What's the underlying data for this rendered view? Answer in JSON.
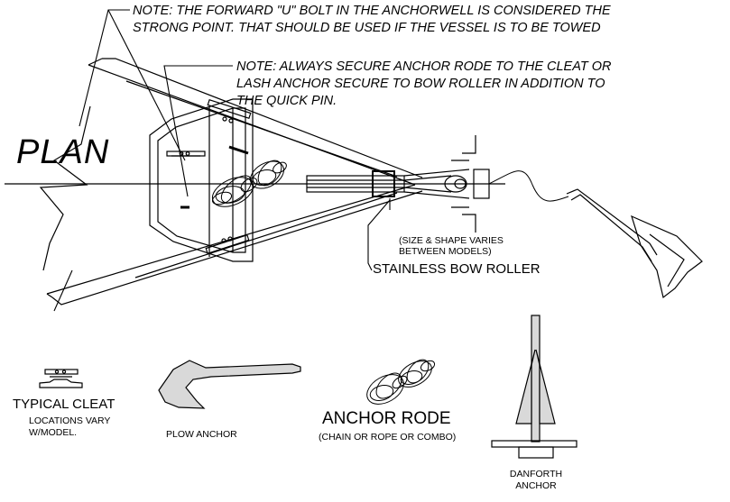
{
  "notes": {
    "tow_line1": "NOTE: THE FORWARD \"U\" BOLT IN THE ANCHORWELL IS CONSIDERED THE",
    "tow_line2": "STRONG POINT. THAT SHOULD BE USED IF THE VESSEL IS TO BE TOWED",
    "secure_line1": "NOTE: ALWAYS SECURE ANCHOR RODE TO THE CLEAT OR",
    "secure_line2": "LASH ANCHOR SECURE TO BOW ROLLER IN ADDITION TO",
    "secure_line3": "THE QUICK PIN."
  },
  "view_title": "PLAN",
  "bow_roller": {
    "note_line1": "(SIZE & SHAPE VARIES",
    "note_line2": "BETWEEN MODELS)",
    "label": "STAINLESS BOW ROLLER"
  },
  "legend": {
    "cleat_title": "TYPICAL CLEAT",
    "cleat_note_line1": "LOCATIONS VARY",
    "cleat_note_line2": "W/MODEL.",
    "plow_anchor": "PLOW ANCHOR",
    "rode_title": "ANCHOR RODE",
    "rode_note": "(CHAIN OR ROPE OR COMBO)",
    "danforth_line1": "DANFORTH",
    "danforth_line2": "ANCHOR"
  },
  "colors": {
    "ink": "#000000",
    "fill_gray": "#d9d9d9",
    "background": "#ffffff"
  }
}
